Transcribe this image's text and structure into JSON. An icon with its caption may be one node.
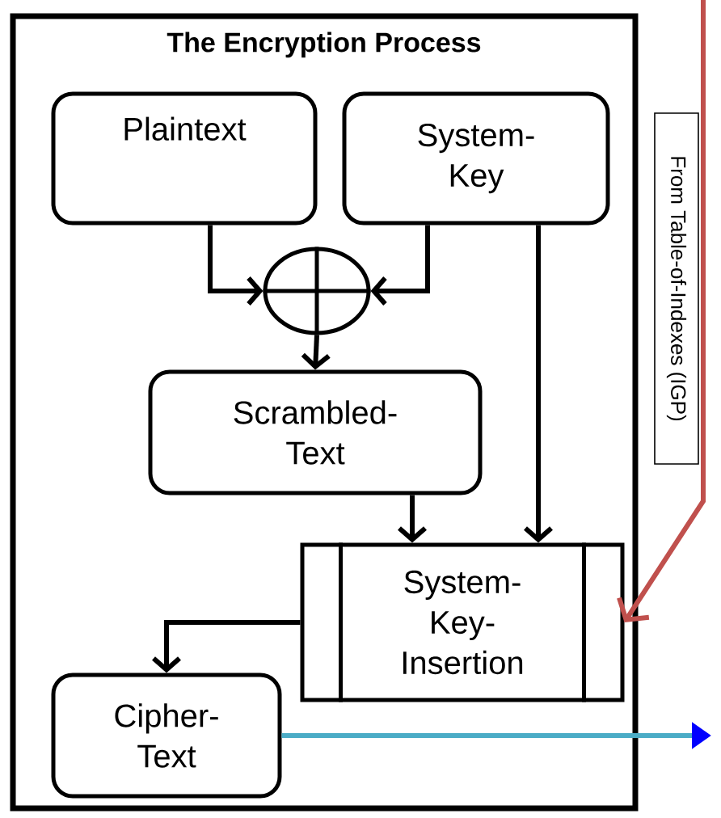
{
  "diagram": {
    "nodes": [
      {
        "text": [
          "The Encryption Process"
        ]
      },
      {
        "text": [
          "Plaintext"
        ],
        "in": 0
      },
      {
        "text": [
          "System- Key"
        ],
        "in": 0
      },
      {
        "text": [],
        "shape": "circle",
        "in": 0
      },
      {
        "text": [
          "Scrambled- Text"
        ],
        "in": 0
      },
      {
        "text": [
          "System- Key- Insertion"
        ],
        "in": 0
      },
      {
        "text": [
          "Cipher- Text"
        ],
        "in": 0
      },
      {
        "text": [
          "From Table-of-Indexes (IGP)"
        ]
      }
    ],
    "edges": [
      {
        "from": 1,
        "to": 3,
        "arrow": "to"
      },
      {
        "from": 2,
        "to": 3,
        "arrow": "to"
      },
      {
        "from": 3,
        "to": 4,
        "arrow": "to"
      },
      {
        "from": 4,
        "to": 5,
        "arrow": "to"
      },
      {
        "from": 2,
        "to": 5,
        "arrow": "to"
      },
      {
        "from": 5,
        "to": 6,
        "arrow": "to"
      },
      {
        "from": null,
        "to": 5,
        "arrow": "to",
        "color": "#c0504d"
      },
      {
        "from": 6,
        "to": null,
        "arrow": "to",
        "color": "#4bacc6"
      }
    ]
  }
}
